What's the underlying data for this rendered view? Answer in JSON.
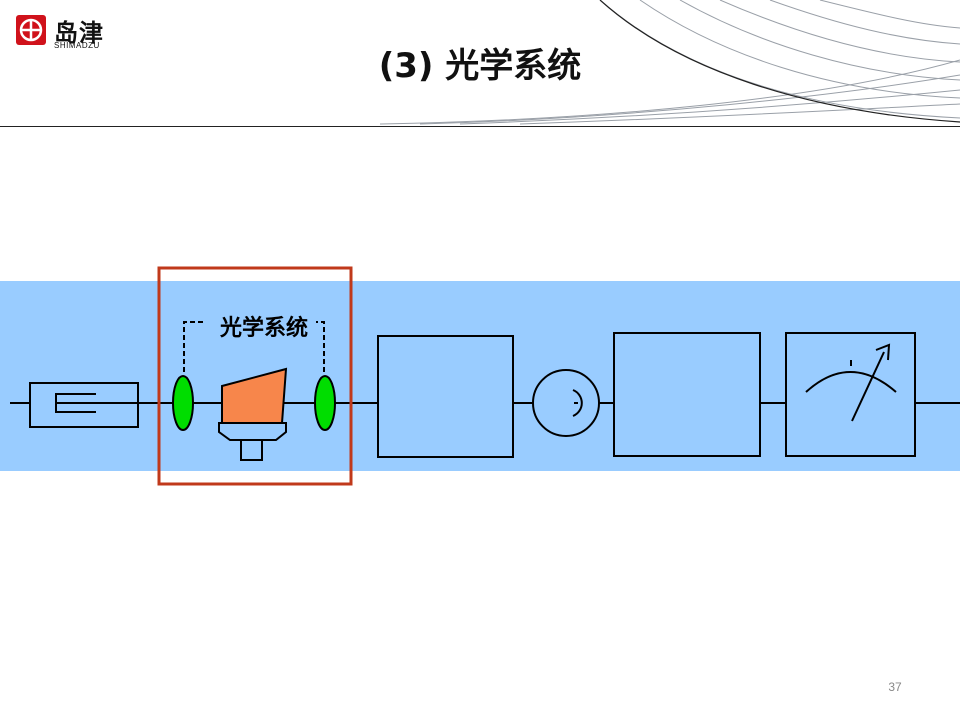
{
  "header": {
    "logo_cn": "岛津",
    "logo_en": "SHIMADZU",
    "title": "(3)  光学系统"
  },
  "diagram": {
    "optical_label": "光学系统"
  },
  "footer": {
    "page_number": "37"
  },
  "colors": {
    "band": "#99ccff",
    "highlight": "#c0391b",
    "lens": "#00dd00",
    "prism": "#f7864b",
    "logo": "#d0121b"
  }
}
